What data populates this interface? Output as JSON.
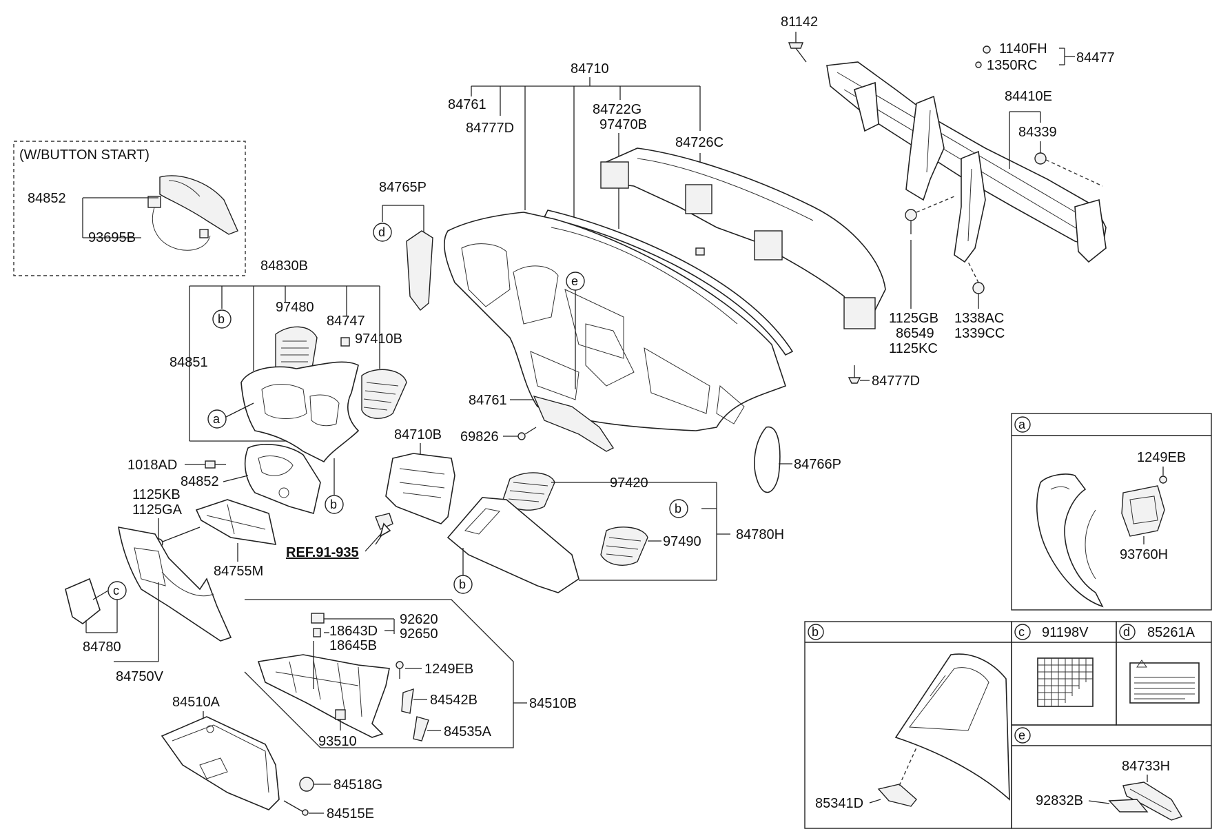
{
  "diagram": {
    "labels": {
      "l81142": "81142",
      "l1140FH": "1140FH",
      "l1350RC": "1350RC",
      "l84477": "84477",
      "l84410E": "84410E",
      "l84339": "84339",
      "l1125GB": "1125GB",
      "l86549": "86549",
      "l1125KC": "1125KC",
      "l1338AC": "1338AC",
      "l1339CC": "1339CC",
      "l84777D_r": "84777D",
      "l84710": "84710",
      "l84761_t": "84761",
      "l84777D_t": "84777D",
      "l84722G": "84722G",
      "l97470B": "97470B",
      "l84726C": "84726C",
      "l84765P": "84765P",
      "l84761_m": "84761",
      "l69826": "69826",
      "l84766P": "84766P",
      "l84710B": "84710B",
      "l97420": "97420",
      "l97490": "97490",
      "l84780H": "84780H",
      "lref": "REF.91-935",
      "l84830B": "84830B",
      "l97480": "97480",
      "l84747": "84747",
      "l97410B": "97410B",
      "l84851": "84851",
      "l1018AD": "1018AD",
      "l84852_m": "84852",
      "l1125KB": "1125KB",
      "l1125GA": "1125GA",
      "l84755M": "84755M",
      "l84780": "84780",
      "l84750V": "84750V",
      "l84510A": "84510A",
      "l84518G": "84518G",
      "l84515E": "84515E",
      "l92620": "92620",
      "l92650": "92650",
      "l18643D": "18643D",
      "l18645B": "18645B",
      "l1249EB_g": "1249EB",
      "l84542B": "84542B",
      "l84535A": "84535A",
      "l84510B": "84510B",
      "l93510": "93510",
      "lbtn": "(W/BUTTON START)",
      "l84852_b": "84852",
      "l93695B": "93695B",
      "l1249EB_a": "1249EB",
      "l93760H": "93760H",
      "l91198V": "91198V",
      "l85261A": "85261A",
      "l85341D": "85341D",
      "l84733H": "84733H",
      "l92832B": "92832B"
    },
    "callouts": {
      "a": "a",
      "b": "b",
      "c": "c",
      "d": "d",
      "e": "e"
    }
  }
}
